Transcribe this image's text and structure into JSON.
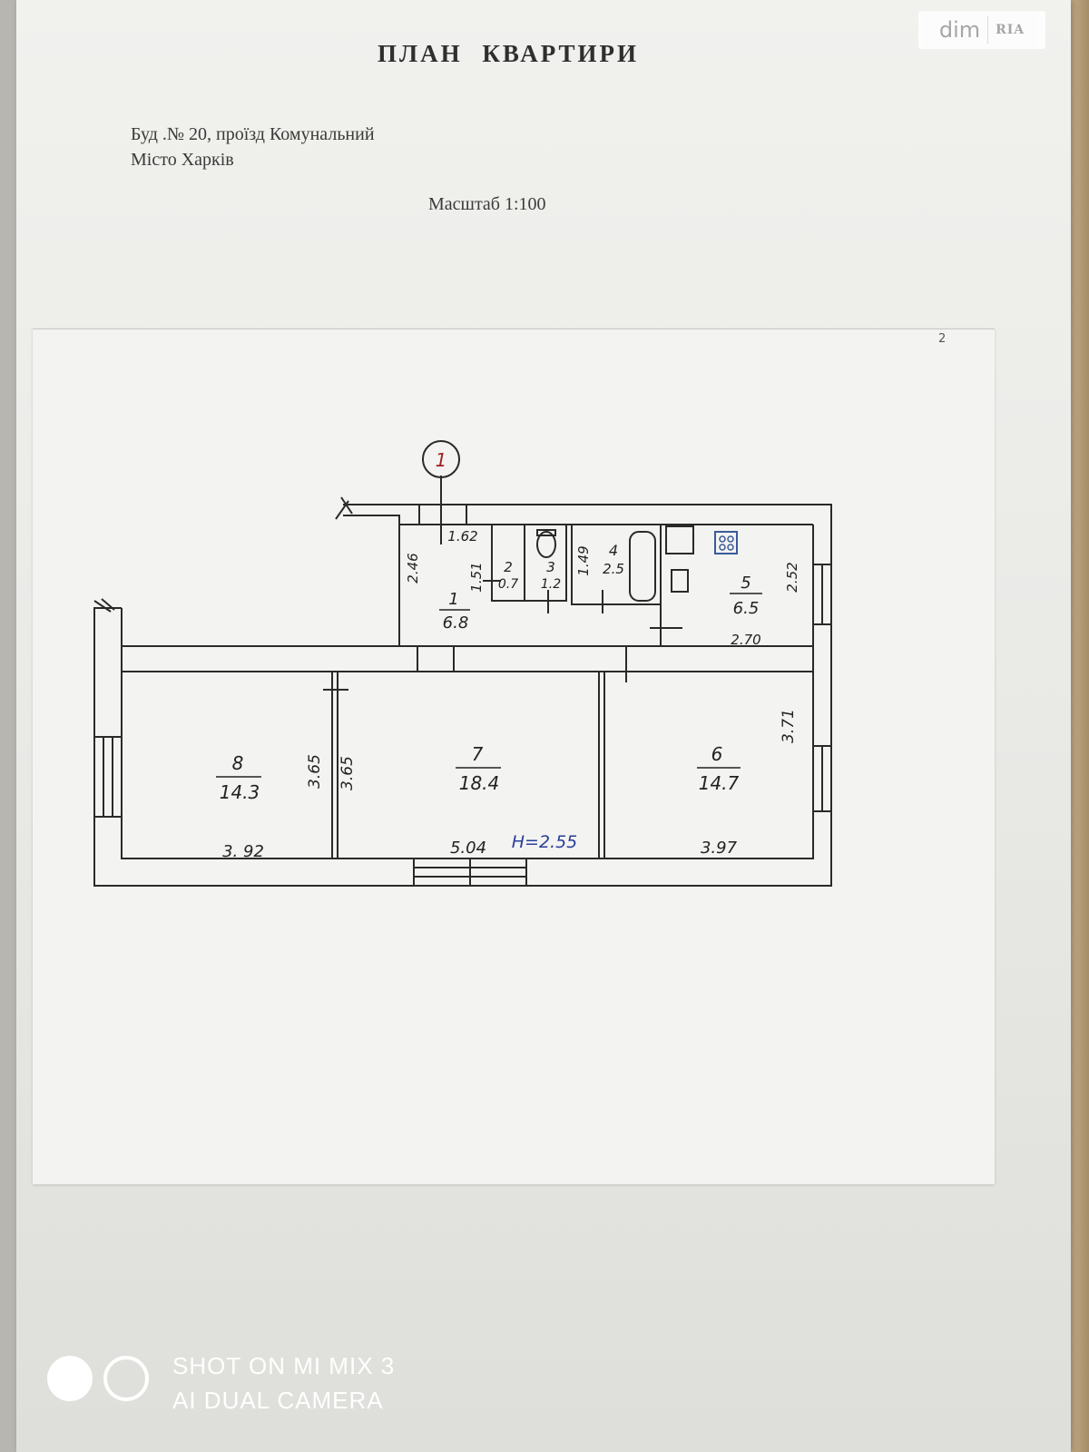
{
  "document": {
    "title": "ПЛАН   КВАРТИРИ",
    "address_line1": "Буд .№  20, проїзд Комунальний",
    "address_line2": "Місто Харків",
    "scale": "Масштаб 1:100",
    "page_number": "2"
  },
  "watermark": {
    "brand_left": "dim",
    "brand_right": "RIA"
  },
  "camera_stamp": {
    "line1": "SHOT ON MI MIX 3",
    "line2": "AI DUAL CAMERA"
  },
  "plan": {
    "marker": "1",
    "ceiling_height": "H=2.55",
    "rooms": [
      {
        "number": "1",
        "area": "6.8"
      },
      {
        "number": "2",
        "area": "0.7"
      },
      {
        "number": "3",
        "area": "1.2"
      },
      {
        "number": "4",
        "area": "2.5"
      },
      {
        "number": "5",
        "area": "6.5"
      },
      {
        "number": "6",
        "area": "14.7"
      },
      {
        "number": "7",
        "area": "18.4"
      },
      {
        "number": "8",
        "area": "14.3"
      }
    ],
    "dimensions": {
      "d1_top": "1.62",
      "d1_left": "2.46",
      "d1_right": "1.51",
      "d4_left": "1.49",
      "d5_right": "2.52",
      "d5_bottom": "2.70",
      "d6_right": "3.71",
      "d6_bottom": "3.97",
      "d7_left": "3.65",
      "d7_bottom": "5.04",
      "d8_right": "3.65",
      "d8_bottom": "3. 92"
    }
  }
}
